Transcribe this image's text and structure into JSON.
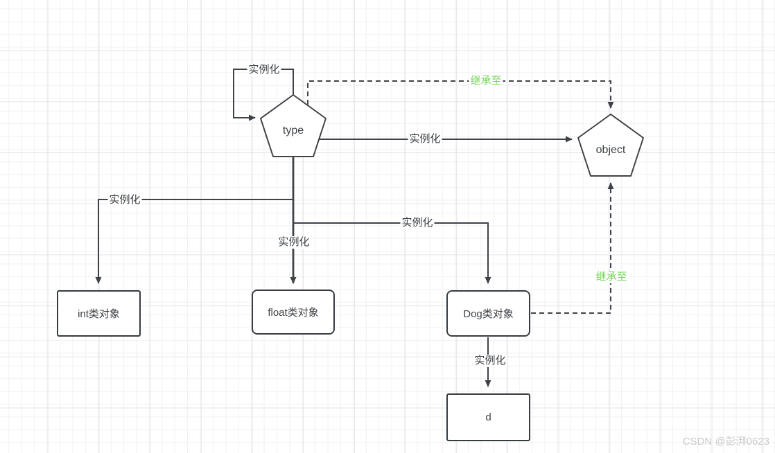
{
  "canvas": {
    "background": "#ffffff",
    "grid_minor_color": "#f1f1f4",
    "grid_major_color": "#e4e4e8",
    "line_color": "#3f4347",
    "inherit_label_color": "#74d359",
    "text_color": "#3d4146"
  },
  "nodes": {
    "type": {
      "label": "type",
      "shape": "pentagon"
    },
    "object": {
      "label": "object",
      "shape": "pentagon"
    },
    "int_class": {
      "label": "int类对象",
      "shape": "rect"
    },
    "float_class": {
      "label": "float类对象",
      "shape": "rect"
    },
    "dog_class": {
      "label": "Dog类对象",
      "shape": "rect"
    },
    "d_instance": {
      "label": "d",
      "shape": "rect"
    }
  },
  "edges": {
    "type_self_loop": {
      "from": "type",
      "to": "type",
      "label": "实例化",
      "style": "solid"
    },
    "type_inherits_object": {
      "from": "type",
      "to": "object",
      "label": "继承至",
      "style": "dashed"
    },
    "type_instantiates_object": {
      "from": "type",
      "to": "object",
      "label": "实例化",
      "style": "solid"
    },
    "type_instantiates_int": {
      "from": "type",
      "to": "int_class",
      "label": "实例化",
      "style": "solid"
    },
    "type_instantiates_float": {
      "from": "type",
      "to": "float_class",
      "label": "实例化",
      "style": "solid"
    },
    "type_instantiates_dog": {
      "from": "type",
      "to": "dog_class",
      "label": "实例化",
      "style": "solid"
    },
    "dog_inherits_object": {
      "from": "dog_class",
      "to": "object",
      "label": "继承至",
      "style": "dashed"
    },
    "dog_instantiates_d": {
      "from": "dog_class",
      "to": "d_instance",
      "label": "实例化",
      "style": "solid"
    }
  },
  "watermark": "CSDN @彭湃0623"
}
